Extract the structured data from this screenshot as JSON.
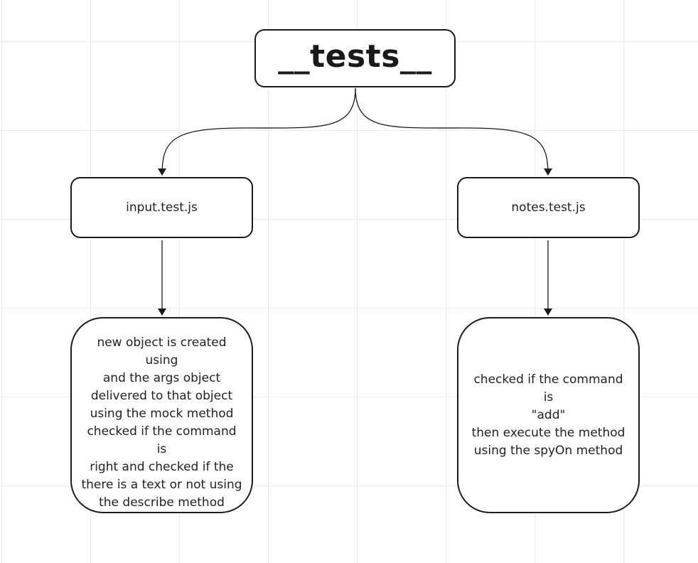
{
  "root": {
    "label": "__tests__"
  },
  "nodes": [
    {
      "file": "input.test.js",
      "description": "new object is created using\nand the args  object\ndelivered to that object\nusing the mock method\nchecked if the command is\nright and checked if the\nthere is a text or not using\nthe describe method"
    },
    {
      "file": "notes.test.js",
      "description": "checked if the command is\n\"add\"\nthen execute the method\nusing the spyOn method"
    }
  ],
  "colors": {
    "stroke": "#1a1a1a",
    "grid": "#ececec",
    "background": "#ffffff"
  }
}
